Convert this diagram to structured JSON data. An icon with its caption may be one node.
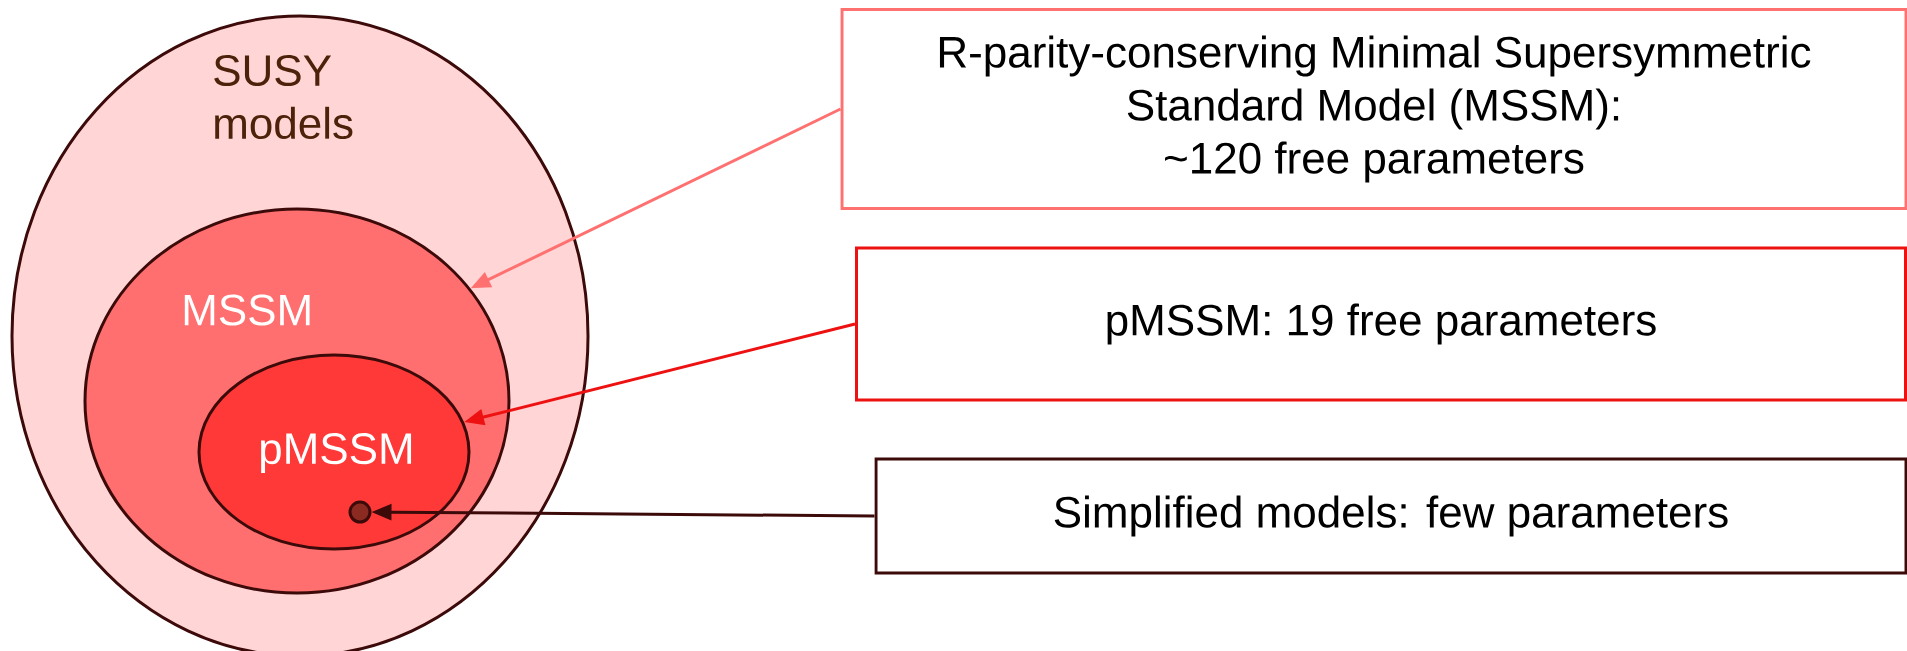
{
  "diagram": {
    "nodes": [
      {
        "text": [
          "SUSY models"
        ]
      },
      {
        "text": [
          "MSSM"
        ],
        "in": 0
      },
      {
        "text": [
          "pMSSM"
        ],
        "in": 1
      },
      {
        "text": [],
        "shape": "circle",
        "in": 2
      },
      {
        "text": [
          "R-parity-conserving Minimal Supersymmetric Standard Model (MSSM): ~120 free parameters"
        ]
      },
      {
        "text": [
          "pMSSM: 19 free parameters"
        ]
      },
      {
        "text": [
          "Simplified models: few parameters"
        ]
      }
    ],
    "edges": [
      {
        "from": 4,
        "to": 1,
        "arrow": "to",
        "color": "#ff7070"
      },
      {
        "from": 5,
        "to": 2,
        "arrow": "to",
        "color": "#ee1111"
      },
      {
        "from": 6,
        "to": 3,
        "arrow": "to",
        "color": "#3d0a0a"
      }
    ]
  }
}
